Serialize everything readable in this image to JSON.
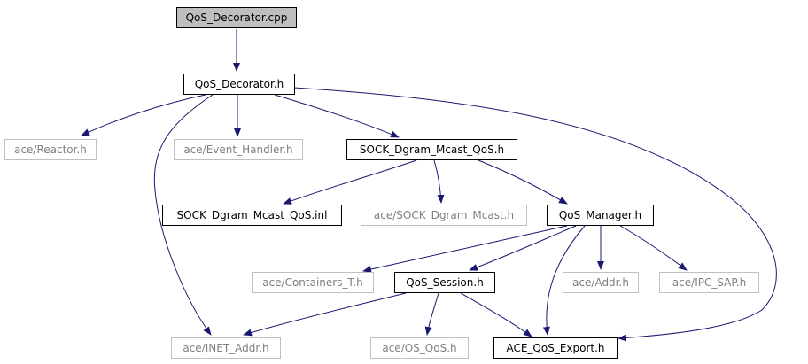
{
  "nodes": {
    "qos_decorator_cpp": "QoS_Decorator.cpp",
    "qos_decorator_h": "QoS_Decorator.h",
    "ace_reactor_h": "ace/Reactor.h",
    "ace_event_handler_h": "ace/Event_Handler.h",
    "sock_dgram_mcast_qos_h": "SOCK_Dgram_Mcast_QoS.h",
    "sock_dgram_mcast_qos_inl": "SOCK_Dgram_Mcast_QoS.inl",
    "ace_sock_dgram_mcast_h": "ace/SOCK_Dgram_Mcast.h",
    "qos_manager_h": "QoS_Manager.h",
    "ace_containers_t_h": "ace/Containers_T.h",
    "qos_session_h": "QoS_Session.h",
    "ace_addr_h": "ace/Addr.h",
    "ace_ipc_sap_h": "ace/IPC_SAP.h",
    "ace_inet_addr_h": "ace/INET_Addr.h",
    "ace_os_qos_h": "ace/OS_QoS.h",
    "ace_qos_export_h": "ACE_QoS_Export.h"
  },
  "colors": {
    "edge": "#191970",
    "local_border": "#000000",
    "external_border": "#c0c0c0",
    "external_text": "#7f7f7f",
    "root_fill": "#bfbfbf"
  },
  "edges": [
    [
      "qos_decorator_cpp",
      "qos_decorator_h"
    ],
    [
      "qos_decorator_h",
      "ace_reactor_h"
    ],
    [
      "qos_decorator_h",
      "ace_event_handler_h"
    ],
    [
      "qos_decorator_h",
      "sock_dgram_mcast_qos_h"
    ],
    [
      "qos_decorator_h",
      "ace_inet_addr_h"
    ],
    [
      "qos_decorator_h",
      "ace_qos_export_h"
    ],
    [
      "sock_dgram_mcast_qos_h",
      "sock_dgram_mcast_qos_inl"
    ],
    [
      "sock_dgram_mcast_qos_h",
      "ace_sock_dgram_mcast_h"
    ],
    [
      "sock_dgram_mcast_qos_h",
      "qos_manager_h"
    ],
    [
      "qos_manager_h",
      "ace_containers_t_h"
    ],
    [
      "qos_manager_h",
      "qos_session_h"
    ],
    [
      "qos_manager_h",
      "ace_addr_h"
    ],
    [
      "qos_manager_h",
      "ace_ipc_sap_h"
    ],
    [
      "qos_manager_h",
      "ace_qos_export_h"
    ],
    [
      "qos_session_h",
      "ace_inet_addr_h"
    ],
    [
      "qos_session_h",
      "ace_os_qos_h"
    ],
    [
      "qos_session_h",
      "ace_qos_export_h"
    ]
  ]
}
